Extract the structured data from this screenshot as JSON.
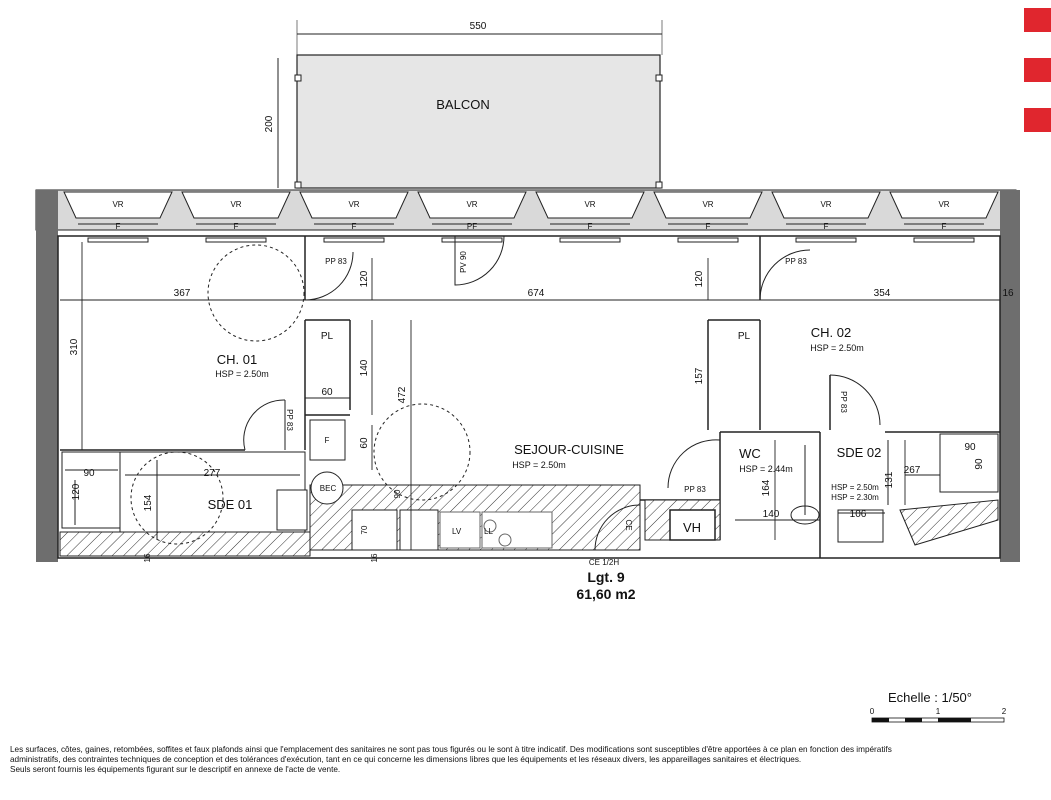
{
  "plan": {
    "balcony": {
      "label": "BALCON",
      "width_dim": "550",
      "depth_dim": "200"
    },
    "windows": [
      {
        "label": "VR",
        "sub": "F"
      },
      {
        "label": "VR",
        "sub": "F"
      },
      {
        "label": "VR",
        "sub": "F"
      },
      {
        "label": "VR",
        "sub": "PF"
      },
      {
        "label": "VR",
        "sub": "F"
      },
      {
        "label": "VR",
        "sub": "F"
      },
      {
        "label": "VR",
        "sub": "F"
      },
      {
        "label": "VR",
        "sub": "F"
      }
    ],
    "rooms": {
      "ch01": {
        "name": "CH. 01",
        "hsp": "HSP = 2.50m"
      },
      "ch02": {
        "name": "CH. 02",
        "hsp": "HSP = 2.50m"
      },
      "sejour": {
        "name": "SEJOUR-CUISINE",
        "hsp": "HSP = 2.50m"
      },
      "wc": {
        "name": "WC",
        "hsp": "HSP = 2.44m"
      },
      "sde01": {
        "name": "SDE 01"
      },
      "sde02": {
        "name": "SDE 02",
        "hsp1": "HSP = 2.50m",
        "hsp2": "HSP = 2.30m"
      }
    },
    "dimensions": {
      "ch01_width": "367",
      "sejour_width": "674",
      "ch02_width": "354",
      "ch01_depth": "310",
      "sejour_depth": "472",
      "entry_120_left": "120",
      "entry_120_right": "120",
      "pl_140": "140",
      "pl_60": "60",
      "pl_60b": "60",
      "pl_157": "157",
      "sde01_90": "90",
      "sde01_120": "120",
      "sde01_277": "277",
      "sde01_154": "154",
      "bottom_16a": "16",
      "bottom_16b": "16",
      "right_16": "16",
      "bath_90": "90",
      "wc_164": "164",
      "wc_140": "140",
      "sde02_131": "131",
      "sde02_106": "106",
      "sde02_267": "267",
      "sde02_90a": "90",
      "sde02_90b": "90",
      "kitchen_70": "70"
    },
    "labels": {
      "pp83_a": "PP 83",
      "pp83_b": "PP 83",
      "pp83_c": "PP 83",
      "pp83_d": "PP 83",
      "pp83_e": "PP 83",
      "pv90": "PV 90",
      "pl_left": "PL",
      "pl_right": "PL",
      "f_box": "F",
      "bec": "BEC",
      "vh": "VH",
      "ce": "CE 1/2H",
      "lv": "LV",
      "ll": "LL",
      "ce_small": "CE"
    },
    "lot": {
      "number": "Lgt. 9",
      "area": "61,60 m2"
    },
    "scale": {
      "title": "Echelle : 1/50°",
      "t0": "0",
      "t1": "1",
      "t2": "2"
    }
  },
  "disclaimer": [
    "Les surfaces, côtes, gaines, retombées, soffites et faux plafonds ainsi que l'emplacement des sanitaires ne sont pas tous figurés ou le sont à titre indicatif. Des modifications sont susceptibles d'être apportées à ce plan en fonction des impératifs",
    "administratifs, des contraintes techniques de conception et des tolérances d'exécution, tant en ce qui concerne les dimensions libres que les équipements et les réseaux divers, les appareillages sanitaires et électriques.",
    "Seuls seront fournis les équipements figurant sur le descriptif en annexe de l'acte de vente."
  ],
  "colors": {
    "accent": "#e0262e",
    "wall": "#6e6e6e",
    "balcony": "#e6e6e6",
    "frame": "#d9d9d9"
  }
}
